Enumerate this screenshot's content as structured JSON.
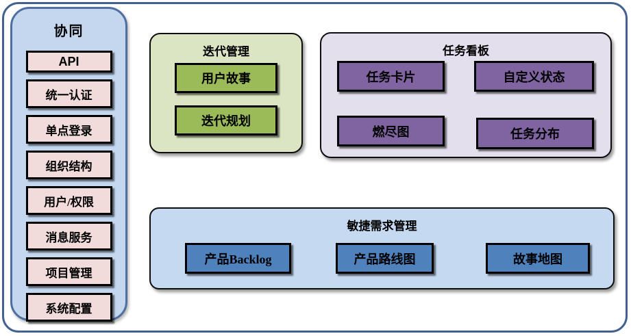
{
  "colors": {
    "frame-border": "#436190",
    "sidebar-bg": "#c4d7ef",
    "sidebar-border": "#4e6f9f",
    "pink-box": "#f2dcdb",
    "green-panel": "#dbe5c3",
    "green-box": "#9bbb59",
    "purple-panel": "#e4dfec",
    "purple-box": "#8064a2",
    "blue-panel": "#c5d9f1",
    "blue-box": "#4f81bd"
  },
  "sidebar": {
    "title": "协同",
    "items": [
      "API",
      "统一认证",
      "单点登录",
      "组织结构",
      "用户/权限",
      "消息服务",
      "项目管理",
      "系统配置"
    ]
  },
  "panels": {
    "iteration": {
      "title": "迭代管理",
      "items": [
        "用户故事",
        "迭代规划"
      ]
    },
    "kanban": {
      "title": "任务看板",
      "items": [
        "任务卡片",
        "自定义状态",
        "燃尽图",
        "任务分布"
      ]
    },
    "agile": {
      "title": "敏捷需求管理",
      "items": [
        "产品Backlog",
        "产品路线图",
        "故事地图"
      ]
    }
  }
}
